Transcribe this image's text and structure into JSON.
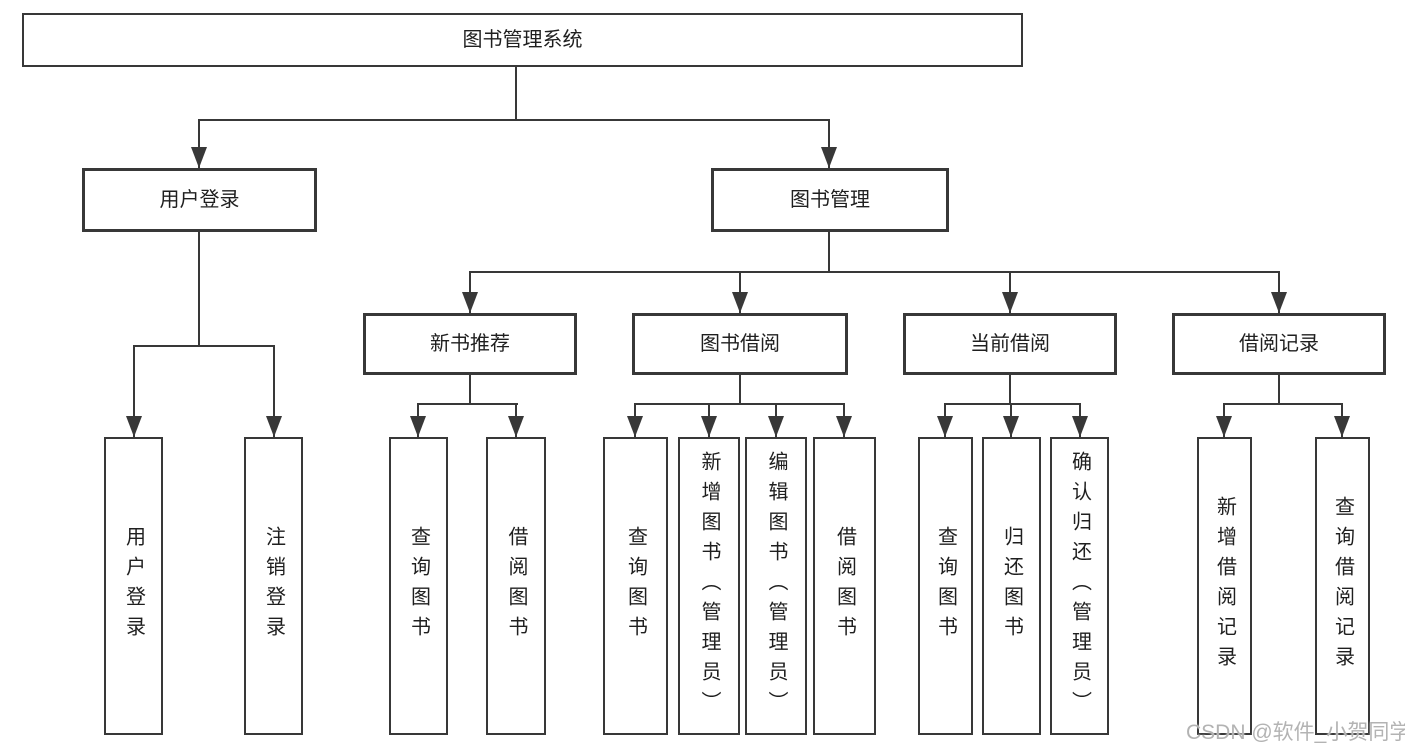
{
  "tree": {
    "root": "图书管理系统",
    "login": {
      "label": "用户登录",
      "children": [
        "用户登录",
        "注销登录"
      ]
    },
    "management": {
      "label": "图书管理",
      "groups": [
        {
          "label": "新书推荐",
          "children": [
            "查询图书",
            "借阅图书"
          ]
        },
        {
          "label": "图书借阅",
          "children": [
            "查询图书",
            "新增图书（管理员）",
            "编辑图书（管理员）",
            "借阅图书"
          ]
        },
        {
          "label": "当前借阅",
          "children": [
            "查询图书",
            "归还图书",
            "确认归还（管理员）"
          ]
        },
        {
          "label": "借阅记录",
          "children": [
            "新增借阅记录",
            "查询借阅记录"
          ]
        }
      ]
    }
  },
  "watermark": "CSDN @软件_小贺同学",
  "colors": {
    "line": "#383838",
    "text": "#1f1f1f",
    "watermark": "#b3b3b3",
    "background": "#ffffff"
  }
}
